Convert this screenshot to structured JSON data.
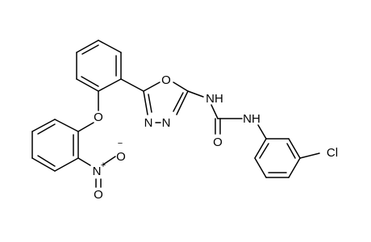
{
  "molecule": {
    "atoms": {
      "O_ether": "O",
      "N_nitro": "N",
      "nitro_charge_pos": "+",
      "O_nitro_minus": "O",
      "O_nitro_charge": "−",
      "O_nitro_double": "O",
      "O_ring": "O",
      "N3": "N",
      "N4": "N",
      "NH1": "NH",
      "NH2": "NH",
      "O_carbonyl": "O",
      "Cl": "Cl"
    },
    "colors": {
      "bond": "#000000",
      "label": "#000000",
      "background": "#ffffff"
    }
  }
}
